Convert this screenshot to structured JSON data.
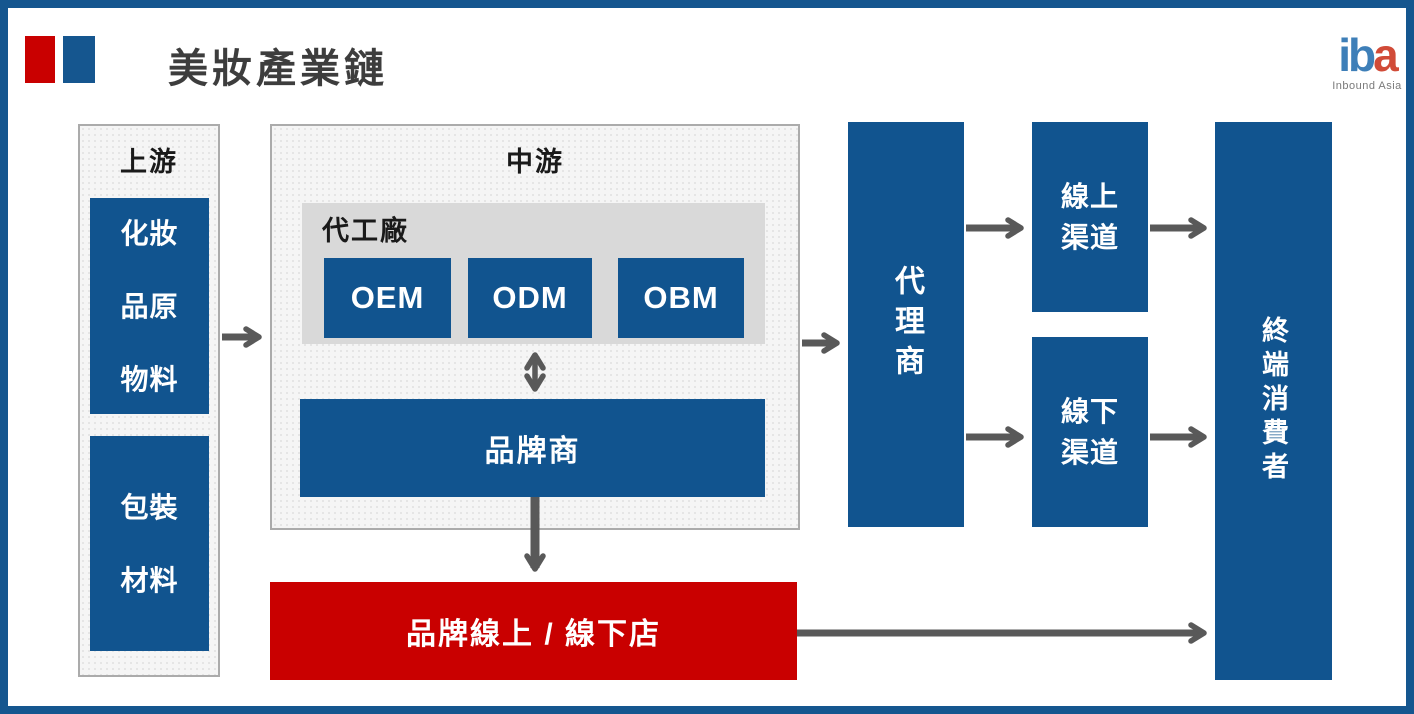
{
  "header": {
    "title": "美妝產業鏈",
    "logo": {
      "blue_part": "ib",
      "red_part": "a",
      "caption": "Inbound Asia"
    }
  },
  "colors": {
    "primary_blue": "#11548F",
    "accent_red": "#C90000",
    "frame_blue": "#15568F",
    "arrow_gray": "#595959",
    "panel_gray": "#f5f5f5",
    "factory_gray": "#d9d9d9"
  },
  "upstream": {
    "label": "上游",
    "materials_box": {
      "lines": [
        "化妝",
        "品原",
        "物料"
      ]
    },
    "packaging_box": {
      "lines": [
        "包裝",
        "材料"
      ]
    }
  },
  "midstream": {
    "label": "中游",
    "factory": {
      "label": "代工廠",
      "oem": "OEM",
      "odm": "ODM",
      "obm": "OBM"
    },
    "brand": "品牌商"
  },
  "downstream": {
    "agent": "代理商",
    "online_channel": {
      "lines": [
        "線上",
        "渠道"
      ]
    },
    "offline_channel": {
      "lines": [
        "線下",
        "渠道"
      ]
    },
    "consumer": "終端消費者",
    "brand_store": "品牌線上 / 線下店"
  }
}
